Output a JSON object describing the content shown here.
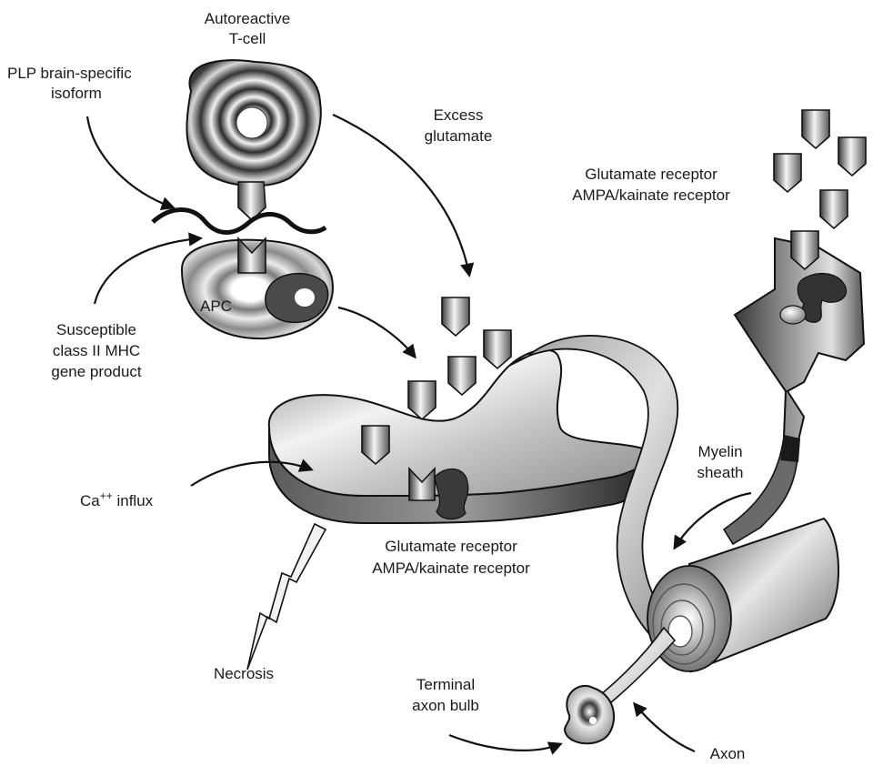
{
  "labels": {
    "autoreactive_1": "Autoreactive",
    "autoreactive_2": "T-cell",
    "plp_1": "PLP brain-specific",
    "plp_2": "isoform",
    "excess_1": "Excess",
    "excess_2": "glutamate",
    "glut_top_1": "Glutamate receptor",
    "glut_top_2": "AMPA/kainate receptor",
    "apc": "APC",
    "mhc_1": "Susceptible",
    "mhc_2": "class II MHC",
    "mhc_3": "gene product",
    "ca_base": "Ca",
    "ca_sup": "++",
    "ca_tail": " influx",
    "glut_mid_1": "Glutamate receptor",
    "glut_mid_2": "AMPA/kainate receptor",
    "necrosis": "Necrosis",
    "myelin_1": "Myelin",
    "myelin_2": "sheath",
    "terminal_1": "Terminal",
    "terminal_2": "axon bulb",
    "axon": "Axon"
  },
  "colors": {
    "ink": "#111111",
    "cell_gray": "#bdbdbd",
    "dark_gray": "#4a4a4a",
    "receptor_dark": "#3a3a3a"
  }
}
